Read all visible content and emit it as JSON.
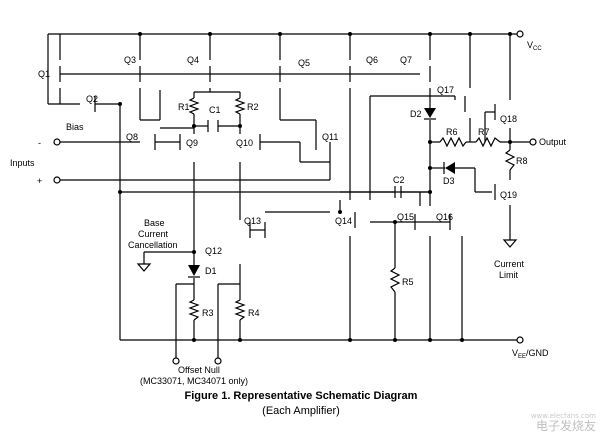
{
  "labels": {
    "vcc": "V",
    "vcc_sub": "CC",
    "vee": "V",
    "vee_sub": "EE",
    "vee_suffix": "/GND",
    "bias": "Bias",
    "inputs": "Inputs",
    "minus": "-",
    "plus": "+",
    "output": "Output",
    "current_limit_1": "Current",
    "current_limit_2": "Limit",
    "base_current_1": "Base",
    "base_current_2": "Current",
    "base_current_3": "Cancellation",
    "offset_null_1": "Offset Null",
    "offset_null_2": "(MC33071, MC34071 only)"
  },
  "transistors": {
    "q1": "Q1",
    "q2": "Q2",
    "q3": "Q3",
    "q4": "Q4",
    "q5": "Q5",
    "q6": "Q6",
    "q7": "Q7",
    "q8": "Q8",
    "q9": "Q9",
    "q10": "Q10",
    "q11": "Q11",
    "q12": "Q12",
    "q13": "Q13",
    "q14": "Q14",
    "q15": "Q15",
    "q16": "Q16",
    "q17": "Q17",
    "q18": "Q18",
    "q19": "Q19"
  },
  "passives": {
    "r1": "R1",
    "r2": "R2",
    "r3": "R3",
    "r4": "R4",
    "r5": "R5",
    "r6": "R6",
    "r7": "R7",
    "r8": "R8",
    "c1": "C1",
    "c2": "C2",
    "d1": "D1",
    "d2": "D2",
    "d3": "D3"
  },
  "caption": {
    "title": "Figure 1. Representative Schematic Diagram",
    "subtitle": "(Each Amplifier)"
  },
  "watermark": {
    "text": "电子发烧友",
    "url": "www.elecfans.com"
  }
}
